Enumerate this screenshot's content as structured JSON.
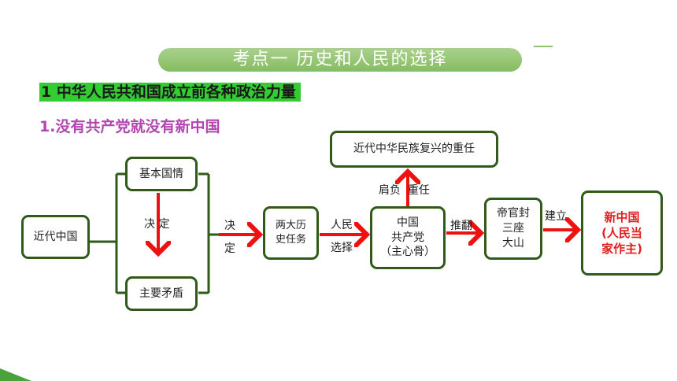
{
  "banner": {
    "title": "考点一  历史和人民的选择"
  },
  "section1": {
    "number": "1",
    "title": "中华人民共和国成立前各种政治力量"
  },
  "section2": {
    "title": "1.没有共产党就没有新中国"
  },
  "nodes": {
    "modern_china": "近代中国",
    "basic_conditions": "基本国情",
    "main_contradiction": "主要矛盾",
    "two_tasks": "两大历\n史任务",
    "cpc": "中国\n共产党\n（主心骨）",
    "responsibility": "近代中华民族复兴的重任",
    "three_mountains": "帝官封\n三座\n大山",
    "new_china": "新中国\n(人民当\n家作主)"
  },
  "labels": {
    "decide_inner": "决 定",
    "decide_outer_1": "决",
    "decide_outer_2": "定",
    "people_1": "人民",
    "people_2": "选择",
    "shoulder": "肩负  重任",
    "overthrow": "推翻",
    "establish": "建立"
  },
  "colors": {
    "arrow": "#ee1111",
    "box_border": "#2f5a1a",
    "banner": "#8fc46a",
    "highlight": "#33cc33",
    "subtitle": "#b146b1"
  }
}
